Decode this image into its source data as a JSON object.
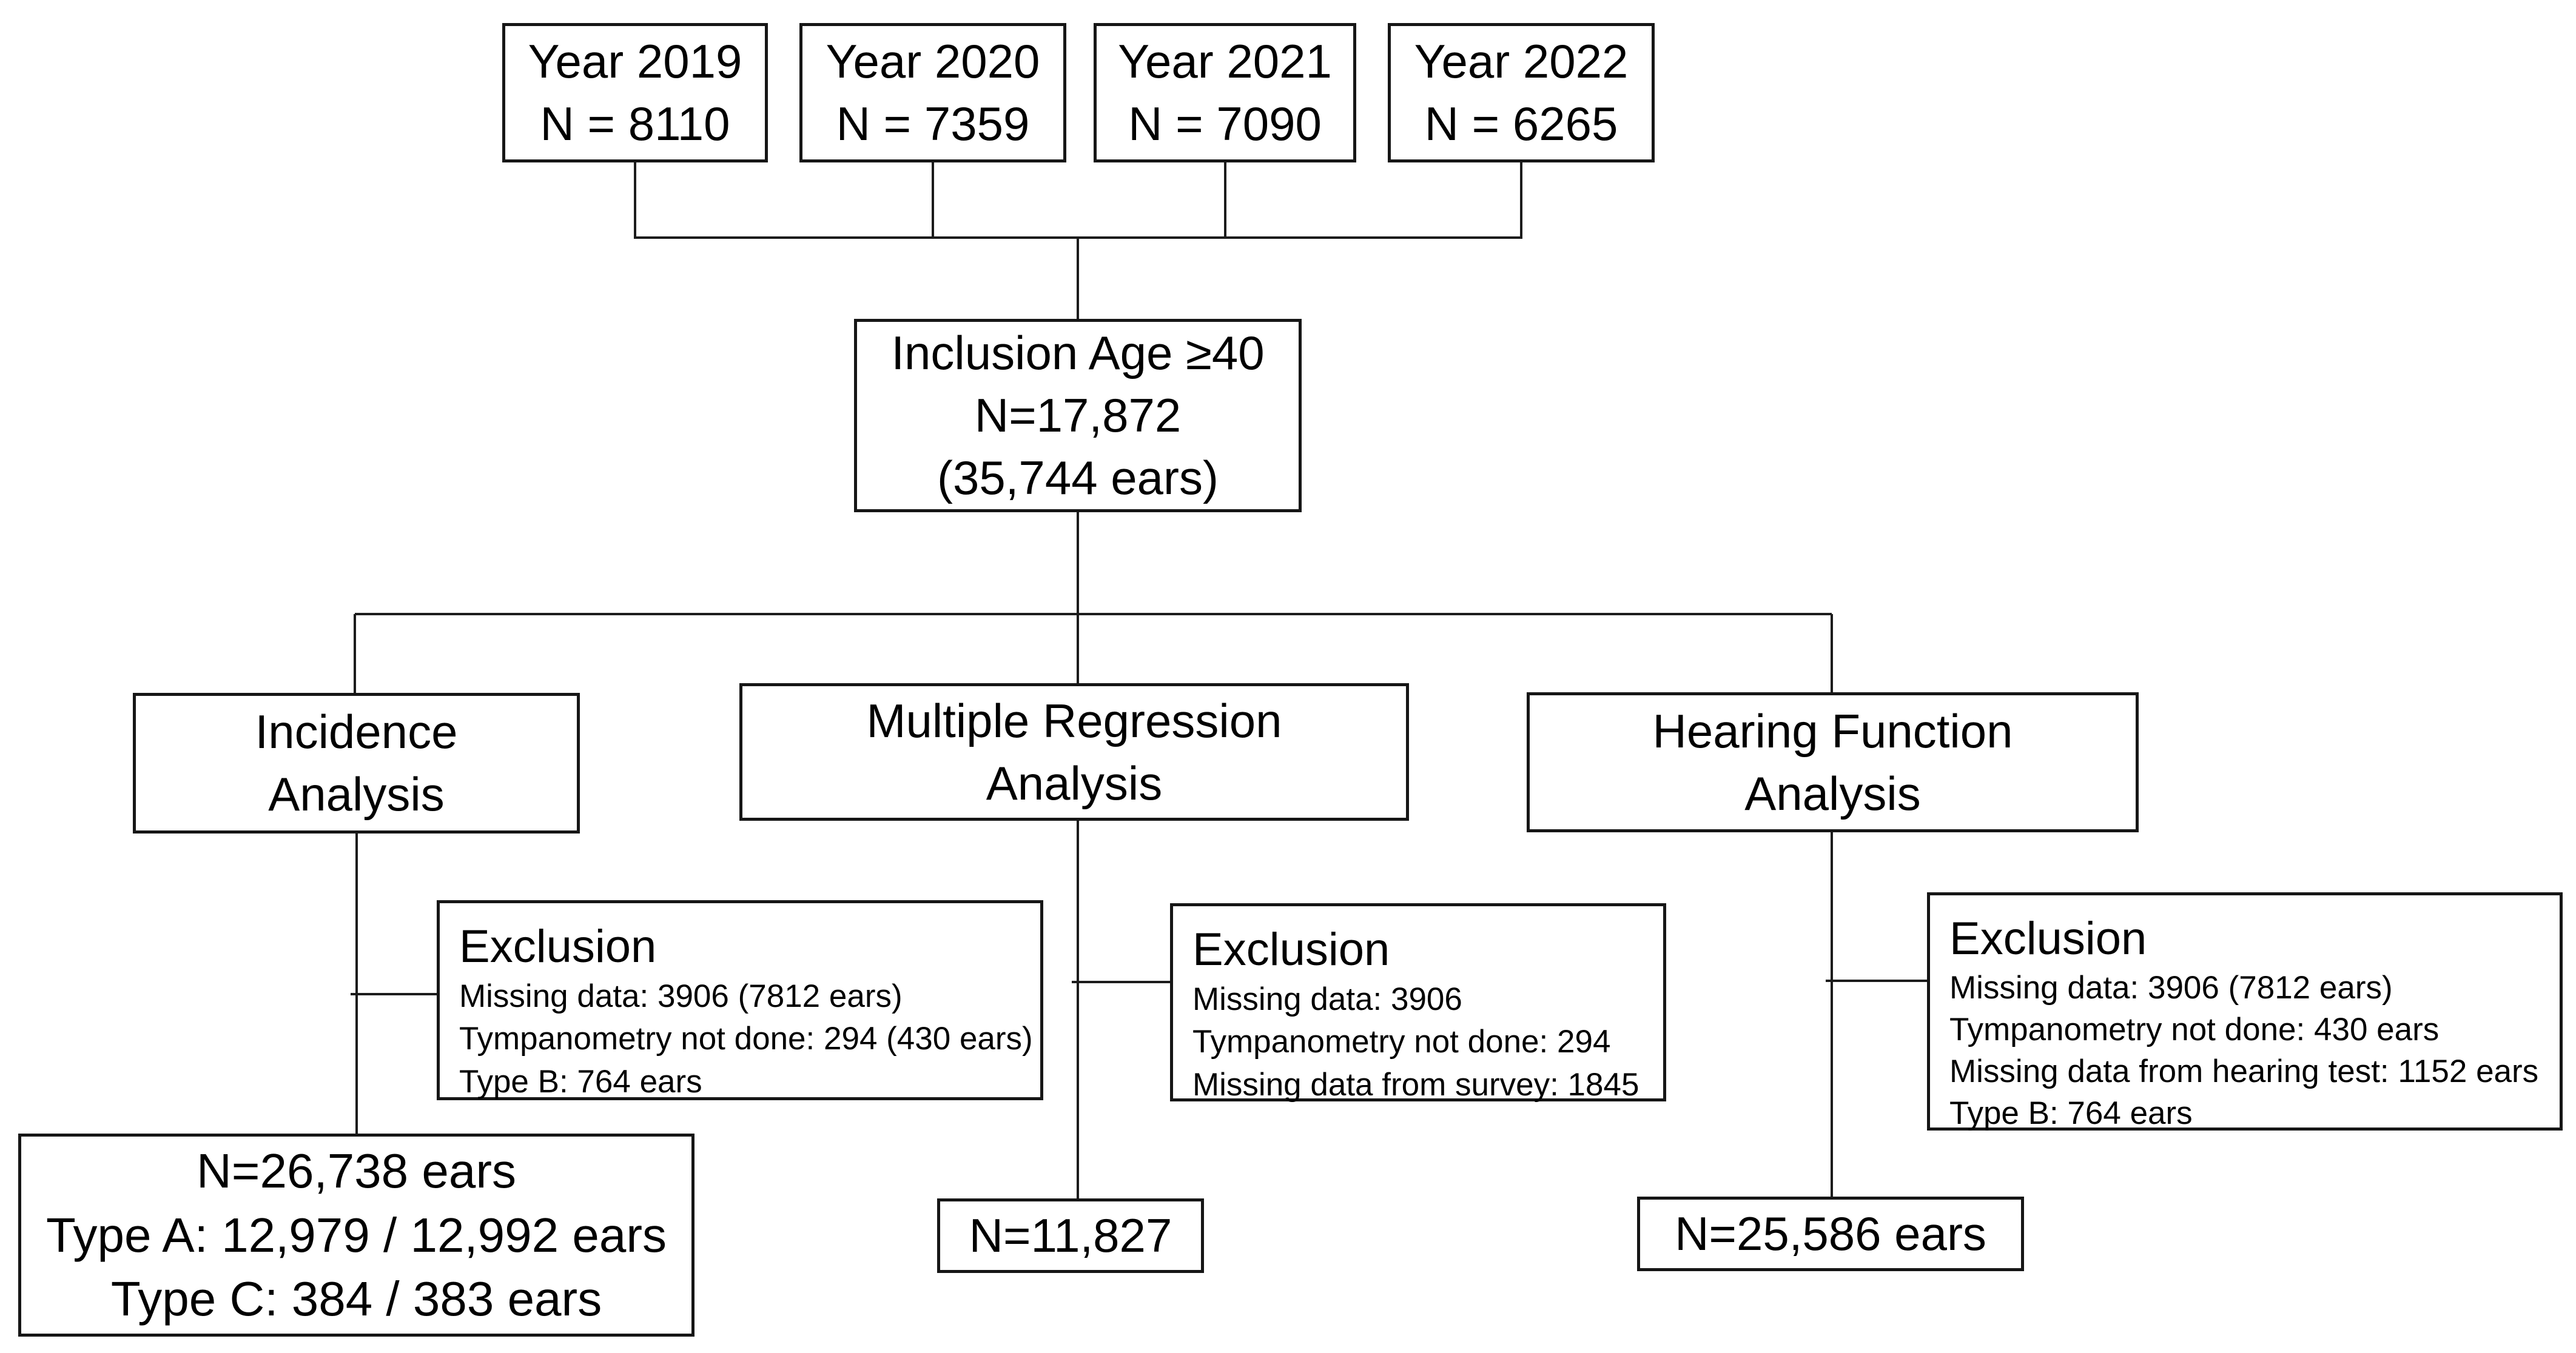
{
  "diagram": {
    "colors": {
      "background": "#ffffff",
      "line": "#1c1c1c",
      "text": "#000000"
    },
    "year_boxes": [
      {
        "line1": "Year 2019",
        "line2": "N = 8110"
      },
      {
        "line1": "Year 2020",
        "line2": "N = 7359"
      },
      {
        "line1": "Year 2021",
        "line2": "N = 7090"
      },
      {
        "line1": "Year 2022",
        "line2": "N = 6265"
      }
    ],
    "inclusion": {
      "line1": "Inclusion Age ≥40",
      "line2": "N=17,872",
      "line3": "(35,744 ears)"
    },
    "branches": [
      {
        "title_line1": "Incidence",
        "title_line2": "Analysis",
        "exclusion": {
          "title": "Exclusion",
          "items": [
            "Missing data: 3906 (7812 ears)",
            "Tympanometry not done: 294 (430 ears)",
            "Type B: 764 ears"
          ]
        },
        "result": {
          "lines": [
            "N=26,738 ears",
            "Type A: 12,979 / 12,992 ears",
            "Type C: 384 / 383 ears"
          ]
        }
      },
      {
        "title_line1": "Multiple Regression",
        "title_line2": "Analysis",
        "exclusion": {
          "title": "Exclusion",
          "items": [
            "Missing data: 3906",
            "Tympanometry not done: 294",
            "Missing data from survey: 1845"
          ]
        },
        "result": {
          "lines": [
            "N=11,827"
          ]
        }
      },
      {
        "title_line1": "Hearing Function",
        "title_line2": "Analysis",
        "exclusion": {
          "title": "Exclusion",
          "items": [
            "Missing data: 3906 (7812 ears)",
            "Tympanometry not done: 430 ears",
            "Missing data from hearing test: 1152 ears",
            "Type B: 764 ears"
          ]
        },
        "result": {
          "lines": [
            "N=25,586 ears"
          ]
        }
      }
    ]
  }
}
